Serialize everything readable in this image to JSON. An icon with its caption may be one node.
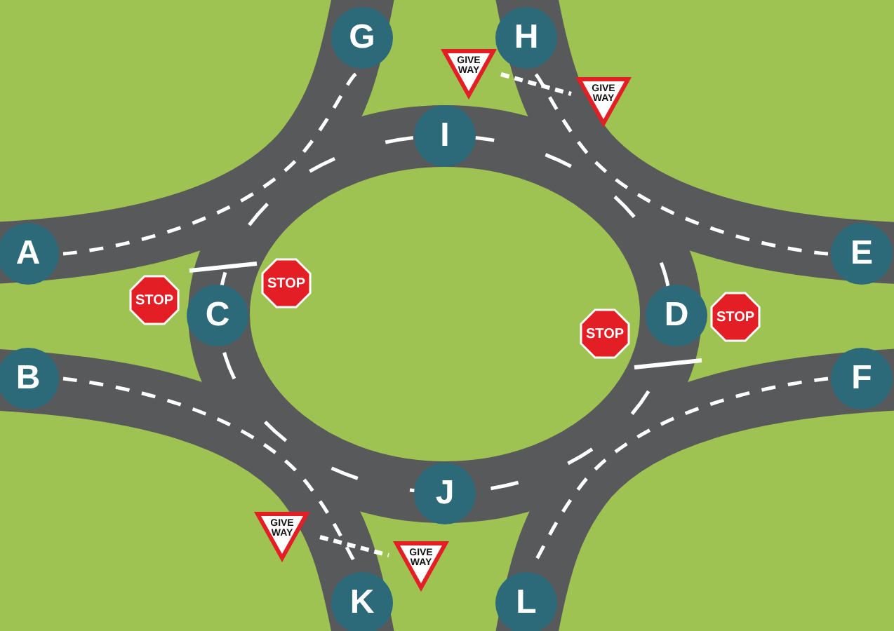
{
  "diagram": {
    "nodes": [
      {
        "text": [
          "G"
        ]
      },
      {
        "text": [
          "H"
        ]
      },
      {
        "text": [
          "GIVE WAY"
        ]
      },
      {
        "text": [
          "GIVE WAY"
        ]
      },
      {
        "text": [
          "I"
        ]
      },
      {
        "text": [
          "A"
        ]
      },
      {
        "text": [
          "E"
        ]
      },
      {
        "text": [
          "STOP"
        ]
      },
      {
        "text": [
          "STOP"
        ]
      },
      {
        "text": [
          "C"
        ]
      },
      {
        "text": [
          "D"
        ]
      },
      {
        "text": [
          "STOP"
        ]
      },
      {
        "text": [
          "STOP"
        ]
      },
      {
        "text": [
          "B"
        ]
      },
      {
        "text": [
          "F"
        ]
      },
      {
        "text": [
          "J"
        ]
      },
      {
        "text": [
          "GIVE WAY"
        ]
      },
      {
        "text": [
          "GIVE WAY"
        ]
      },
      {
        "text": [
          "K"
        ]
      },
      {
        "text": [
          "L"
        ]
      }
    ]
  }
}
